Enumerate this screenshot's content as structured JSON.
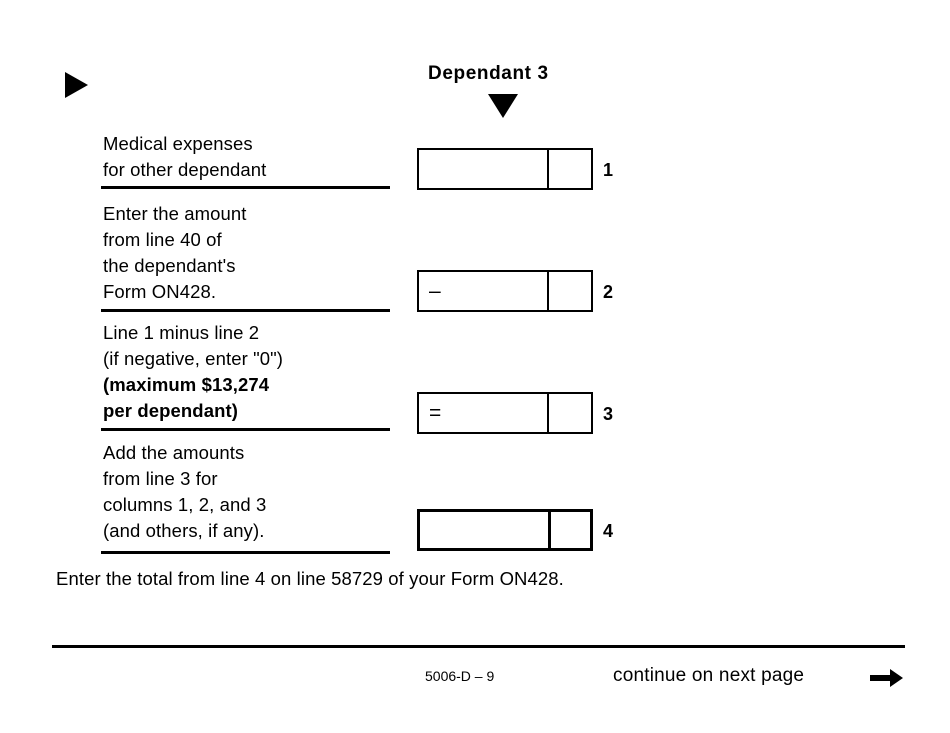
{
  "page": {
    "background_color": "#ffffff",
    "ink_color": "#000000",
    "form_code": "5006-D – 9",
    "continue_label": "continue on next page"
  },
  "markers": {
    "section_marker_icon": "triangle-right-icon",
    "column_pointer_icon": "triangle-down-icon",
    "continue_arrow_icon": "arrow-right-icon"
  },
  "column": {
    "header": "Dependant 3"
  },
  "rows": [
    {
      "id": "row-1",
      "lines": [
        {
          "text": "Medical expenses",
          "bold": false
        },
        {
          "text": "for other dependant",
          "bold": false
        }
      ],
      "operator": "",
      "line_number": "1",
      "value": "",
      "cents": "",
      "thick": false
    },
    {
      "id": "row-2",
      "lines": [
        {
          "text": "Enter the amount",
          "bold": false
        },
        {
          "text": "from line 40 of",
          "bold": false
        },
        {
          "text": "the dependant's",
          "bold": false
        },
        {
          "text": "Form ON428.",
          "bold": false
        }
      ],
      "operator": "–",
      "line_number": "2",
      "value": "",
      "cents": "",
      "thick": false
    },
    {
      "id": "row-3",
      "lines": [
        {
          "text": "Line 1 minus line 2",
          "bold": false
        },
        {
          "text": "(if negative, enter \"0\")",
          "bold": false
        },
        {
          "text": "(maximum $13,274",
          "bold": true
        },
        {
          "text": "per dependant)",
          "bold": true
        }
      ],
      "operator": "=",
      "line_number": "3",
      "value": "",
      "cents": "",
      "thick": false
    },
    {
      "id": "row-4",
      "lines": [
        {
          "text": "Add the amounts",
          "bold": false
        },
        {
          "text": "from line 3 for",
          "bold": false
        },
        {
          "text": "columns 1, 2, and 3",
          "bold": false
        },
        {
          "text": "(and others, if any).",
          "bold": false
        }
      ],
      "operator": "",
      "line_number": "4",
      "value": "",
      "cents": "",
      "thick": true
    }
  ],
  "note": "Enter the total from line 4 on line 58729 of your Form ON428."
}
